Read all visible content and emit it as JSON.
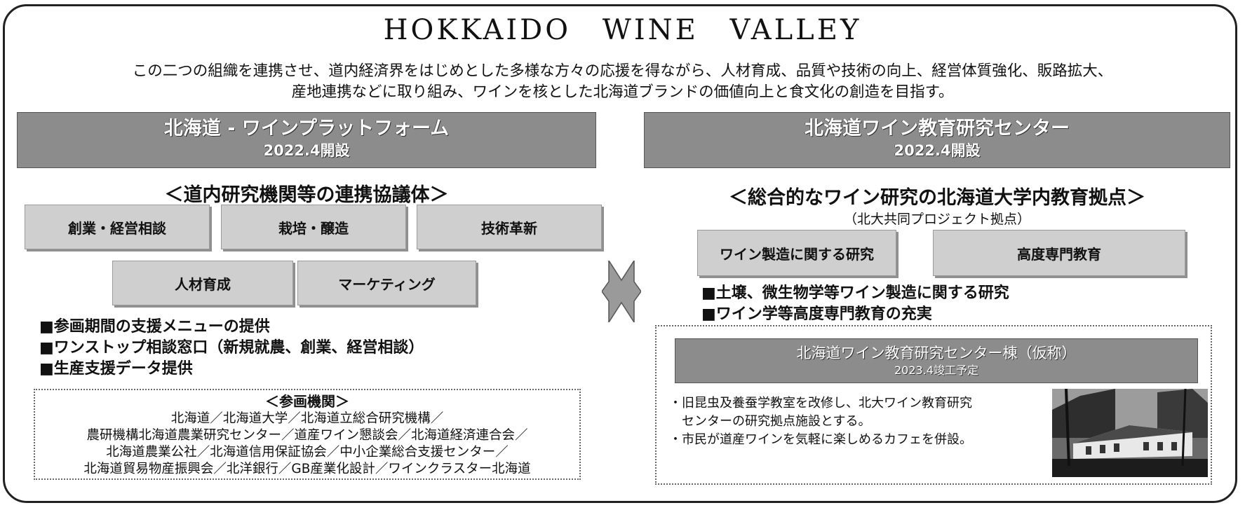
{
  "title": "HOKKAIDO WINE VALLEY",
  "intro": {
    "line1": "この二つの組織を連携させ、道内経済界をはじめとした多様な方々の応援を得ながら、人材育成、品質や技術の向上、経営体質強化、販路拡大、",
    "line2": "産地連携などに取り組み、ワインを核とした北海道ブランドの価値向上と食文化の創造を目指す。"
  },
  "left": {
    "header": {
      "name": "北海道 - ワインプラットフォーム",
      "date": "2022.4開設"
    },
    "heading": "＜道内研究機関等の連携協議体＞",
    "chips": [
      "創業・経営相談",
      "栽培・醸造",
      "技術革新",
      "人材育成",
      "マーケティング"
    ],
    "bullets": [
      "■参画期間の支援メニューの提供",
      "■ワンストップ相談窓口（新規就農、創業、経営相談）",
      "■生産支援データ提供"
    ],
    "participants": {
      "title": "＜参画機関＞",
      "lines": [
        "北海道／北海道大学／北海道立総合研究機構／",
        "農研機構北海道農業研究センター／道産ワイン懇談会／北海道経済連合会／",
        "北海道農業公社／北海道信用保証協会／中小企業総合支援センター／",
        "北海道貿易物産振興会／北洋銀行／GB産業化設計／ワインクラスター北海道"
      ]
    }
  },
  "right": {
    "header": {
      "name": "北海道ワイン教育研究センター",
      "date": "2022.4開設"
    },
    "heading": "＜総合的なワイン研究の北海道大学内教育拠点＞",
    "subheading": "（北大共同プロジェクト拠点）",
    "chips": [
      "ワイン製造に関する研究",
      "高度専門教育"
    ],
    "bullets": [
      "■土壌、微生物学等ワイン製造に関する研究",
      "■ワイン学等高度専門教育の充実"
    ],
    "center": {
      "name": "北海道ワイン教育研究センター棟（仮称）",
      "schedule": "2023.4竣工予定",
      "notes": [
        "・旧昆虫及養蚕学教室を改修し、北大ワイン教育研究",
        "　センターの研究拠点施設とする。",
        "・市民が道産ワインを気軽に楽しめるカフェを併設。"
      ],
      "photo_icon": "building-photo"
    }
  },
  "connector_icon": "double-arrow-icon"
}
